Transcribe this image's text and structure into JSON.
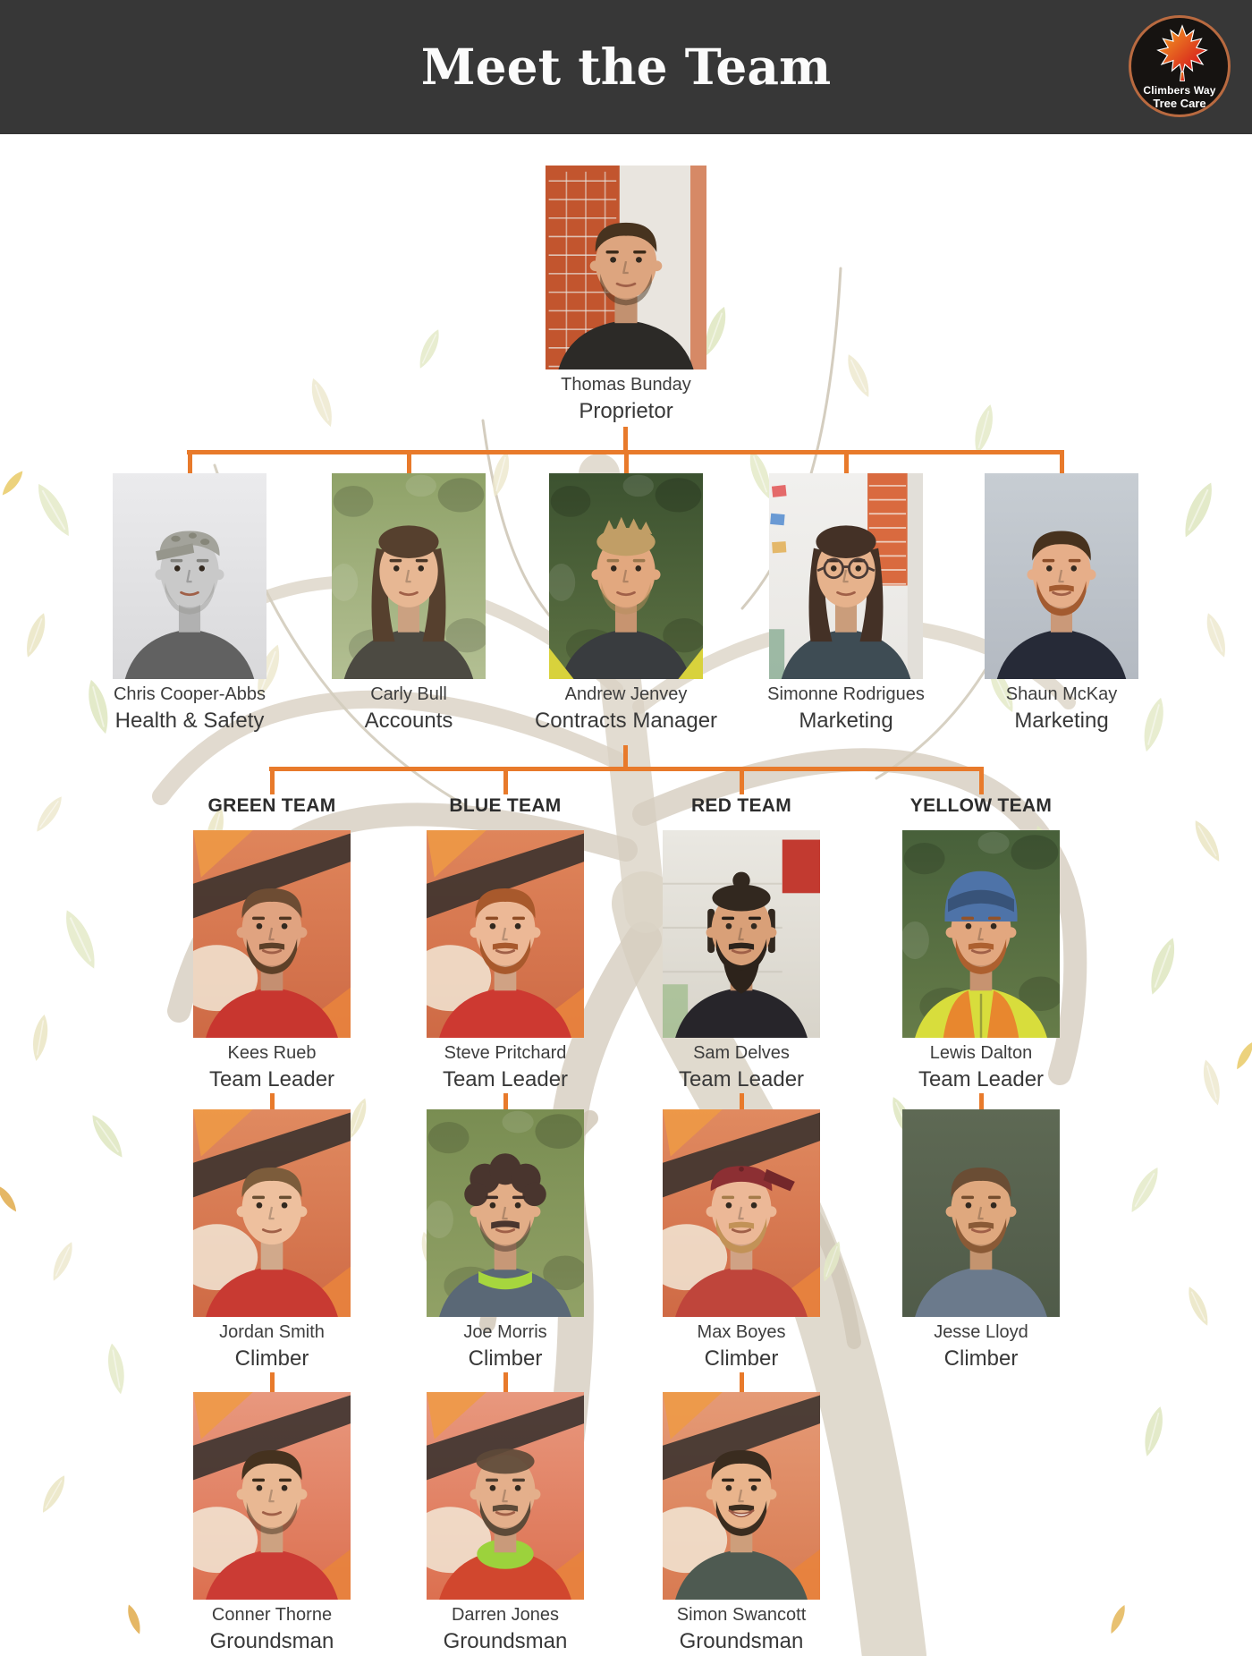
{
  "header": {
    "title": "Meet the Team",
    "bar_color": "#373737",
    "logo": {
      "line1": "Climbers Way",
      "line2": "Tree Care",
      "leaf_colors": [
        "#f5a623",
        "#d0021b"
      ],
      "ring_color": "#b96a40"
    }
  },
  "accent": "#e87a2b",
  "org": {
    "proprietor": {
      "name": "Thomas Bunday",
      "role": "Proprietor",
      "photo": {
        "scene": "calendar",
        "bg": [
          "#c2552e",
          "#e9e5df"
        ],
        "skin": "#dda57f",
        "hair": "#47331f",
        "hairStyle": "short",
        "beard": "#47331f",
        "beardStyle": "stubble",
        "shirt": "#2c2a27"
      }
    },
    "management": [
      {
        "name": "Chris Cooper-Abbs",
        "role": "Health & Safety",
        "photo": {
          "scene": "plain",
          "bg": [
            "#ebebed",
            "#d9d9db"
          ],
          "skin": "#c9c9c9",
          "hair": "#8f8f8f",
          "hairStyle": "camo-cap",
          "cap": "#a3a39b",
          "beard": "#9a9a95",
          "beardStyle": "stubble",
          "shirt": "#616161"
        }
      },
      {
        "name": "Carly Bull",
        "role": "Accounts",
        "photo": {
          "scene": "foliage",
          "bg": [
            "#8fa268",
            "#b3bf93"
          ],
          "skin": "#e7b793",
          "hair": "#56402e",
          "hairStyle": "long",
          "beardStyle": "none",
          "shirt": "#4c4a42"
        }
      },
      {
        "name": "Andrew Jenvey",
        "role": "Contracts Manager",
        "photo": {
          "scene": "foliage",
          "bg": [
            "#3c5230",
            "#5d7243"
          ],
          "skin": "#e2a87f",
          "hair": "#c19e66",
          "hairStyle": "spiky",
          "beard": "#b68d5c",
          "beardStyle": "stubble",
          "shirt": "#393c3f",
          "hivisCorners": true
        }
      },
      {
        "name": "Simonne Rodrigues",
        "role": "Marketing",
        "photo": {
          "scene": "office",
          "bg": [
            "#f1f0ee",
            "#e9e7e3"
          ],
          "skin": "#e6b28c",
          "hair": "#443126",
          "hairStyle": "long",
          "beardStyle": "none",
          "glasses": true,
          "shirt": "#3e4c54"
        }
      },
      {
        "name": "Shaun McKay",
        "role": "Marketing",
        "photo": {
          "scene": "plain",
          "bg": [
            "#c7cdd3",
            "#b4bac2"
          ],
          "skin": "#e6ae89",
          "hair": "#47321e",
          "hairStyle": "short",
          "beard": "#a35b30",
          "beardStyle": "short",
          "shirt": "#262a37"
        }
      }
    ],
    "teams": [
      {
        "label": "GREEN TEAM",
        "members": [
          {
            "name": "Kees Rueb",
            "role": "Team Leader",
            "photo": {
              "scene": "mural",
              "bg": [
                "#df855b",
                "#ce6a45"
              ],
              "skin": "#e0a380",
              "hair": "#6d4c33",
              "hairStyle": "short",
              "beard": "#5d4028",
              "beardStyle": "short",
              "shirt": "#c8362f"
            }
          },
          {
            "name": "Jordan Smith",
            "role": "Climber",
            "photo": {
              "scene": "mural",
              "bg": [
                "#e08a60",
                "#cf6a45"
              ],
              "skin": "#eec09e",
              "hair": "#7c5c3b",
              "hairStyle": "short",
              "beardStyle": "none",
              "shirt": "#c83a32"
            }
          },
          {
            "name": "Conner Thorne",
            "role": "Groundsman",
            "photo": {
              "scene": "mural",
              "bg": [
                "#e8987e",
                "#dc7050"
              ],
              "skin": "#e9b893",
              "hair": "#45321f",
              "hairStyle": "short",
              "beard": "#45321f",
              "beardStyle": "stubble",
              "shirt": "#cb3b34"
            }
          }
        ]
      },
      {
        "label": "BLUE TEAM",
        "members": [
          {
            "name": "Steve Pritchard",
            "role": "Team Leader",
            "photo": {
              "scene": "mural",
              "bg": [
                "#df855b",
                "#ce6a45"
              ],
              "skin": "#ecb896",
              "hair": "#a8592c",
              "hairStyle": "short",
              "beard": "#a8592c",
              "beardStyle": "short",
              "shirt": "#cd3931"
            }
          },
          {
            "name": "Joe Morris",
            "role": "Climber",
            "photo": {
              "scene": "foliage",
              "bg": [
                "#798d52",
                "#91a166"
              ],
              "skin": "#e2ad87",
              "hair": "#49352e",
              "hairStyle": "curly",
              "beard": "#49352e",
              "beardStyle": "stubble",
              "mustache": true,
              "collar": "#a6d63e",
              "shirt": "#5a6876"
            }
          },
          {
            "name": "Darren Jones",
            "role": "Groundsman",
            "photo": {
              "scene": "mural",
              "bg": [
                "#e8987e",
                "#dc7050"
              ],
              "skin": "#e4af8b",
              "hair": "#5d4a38",
              "hairStyle": "buzz",
              "beard": "#5d4a38",
              "beardStyle": "short",
              "gaiter": "#9cd23c",
              "shirt": "#d1472e"
            }
          }
        ]
      },
      {
        "label": "RED TEAM",
        "members": [
          {
            "name": "Sam Delves",
            "role": "Team Leader",
            "photo": {
              "scene": "shelf",
              "bg": [
                "#eae8e2",
                "#d8d4ca"
              ],
              "skin": "#d9a078",
              "hair": "#32281f",
              "hairStyle": "slick",
              "beard": "#2d231b",
              "beardStyle": "long",
              "shirt": "#27252a"
            }
          },
          {
            "name": "Max Boyes",
            "role": "Climber",
            "photo": {
              "scene": "mural",
              "bg": [
                "#e08a60",
                "#cf6a45"
              ],
              "skin": "#ecb897",
              "hair": "#b98e57",
              "hairStyle": "cap",
              "cap": "#8c2f33",
              "beard": "#c29257",
              "beardStyle": "short",
              "shirt": "#bf453b"
            }
          },
          {
            "name": "Simon Swancott",
            "role": "Groundsman",
            "photo": {
              "scene": "mural",
              "bg": [
                "#e59a76",
                "#d87b52"
              ],
              "skin": "#e9b48c",
              "hair": "#3a2c1f",
              "hairStyle": "short",
              "beard": "#3a2c1f",
              "beardStyle": "short",
              "smile": "big",
              "shirt": "#4e5a51"
            }
          }
        ]
      },
      {
        "label": "YELLOW TEAM",
        "members": [
          {
            "name": "Lewis Dalton",
            "role": "Team Leader",
            "photo": {
              "scene": "foliage",
              "bg": [
                "#47603a",
                "#667c49"
              ],
              "skin": "#e2a77f",
              "hair": "#8a5a33",
              "hairStyle": "helmet",
              "helmet": "#4e73a8",
              "beard": "#ad602f",
              "beardStyle": "short",
              "vest": "#d8dd3c"
            }
          },
          {
            "name": "Jesse Lloyd",
            "role": "Climber",
            "photo": {
              "scene": "plain",
              "bg": [
                "#5e6954",
                "#505b49"
              ],
              "skin": "#dfa87e",
              "hair": "#6a4d34",
              "hairStyle": "short",
              "beard": "#8a5a36",
              "beardStyle": "short",
              "shirt": "#6b7a8c"
            }
          }
        ]
      }
    ]
  }
}
